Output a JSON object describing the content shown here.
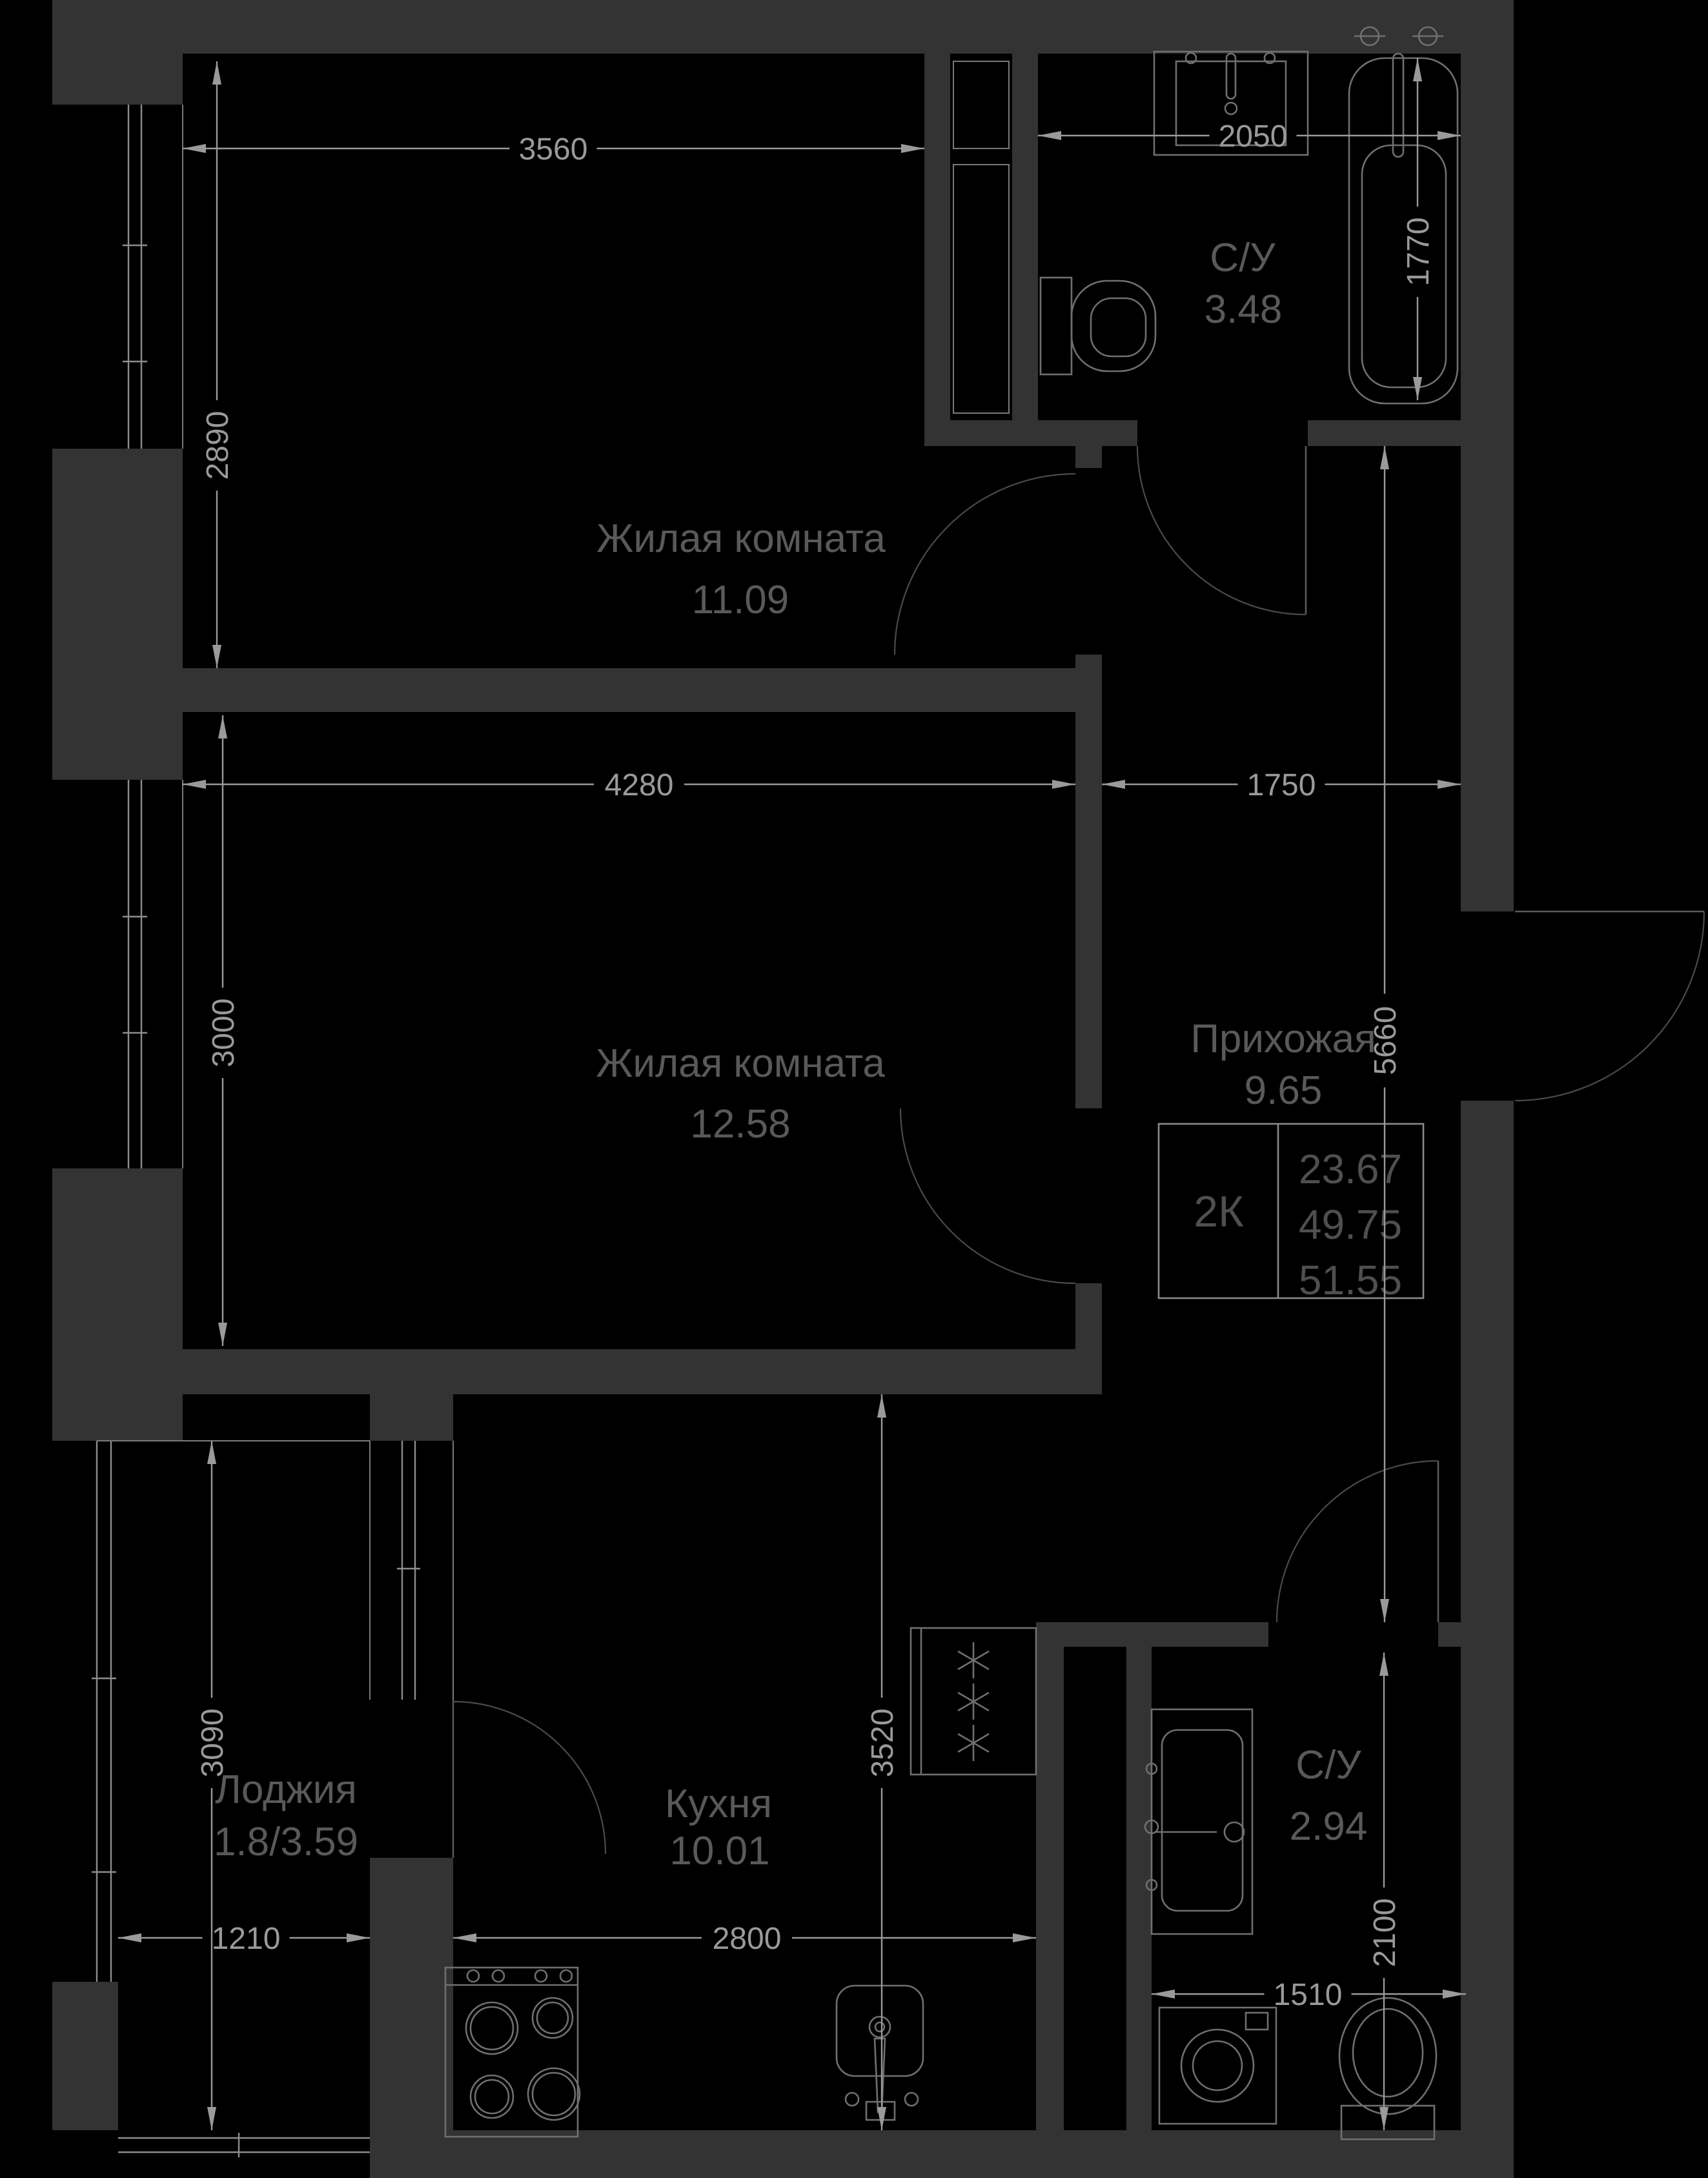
{
  "plan": {
    "type": "apartment-floor-plan",
    "language": "ru",
    "colors": {
      "background": "#000000",
      "walls": "#333333",
      "dimensions": "#9a9a9a",
      "labels": "#595959",
      "fixtures": "#6f6f6f",
      "info_box_text": "#4f4f4f",
      "door_arcs": "#4a4a4a"
    },
    "rooms": {
      "living1": {
        "name": "Жилая комната",
        "area": "11.09"
      },
      "living2": {
        "name": "Жилая комната",
        "area": "12.58"
      },
      "hallway": {
        "name": "Прихожая",
        "area": "9.65"
      },
      "kitchen": {
        "name": "Кухня",
        "area": "10.01"
      },
      "bathroom1": {
        "name": "С/У",
        "area": "3.48"
      },
      "bathroom2": {
        "name": "С/У",
        "area": "2.94"
      },
      "loggia": {
        "name": "Лоджия",
        "area": "1.8/3.59"
      }
    },
    "info_box": {
      "type": "2К",
      "living_area": "23.67",
      "usable_area": "49.75",
      "total_area": "51.55"
    },
    "dims": {
      "w3560": "3560",
      "w2050": "2050",
      "h2890": "2890",
      "h1770": "1770",
      "w4280": "4280",
      "w1750": "1750",
      "h3000": "3000",
      "h5660": "5660",
      "h3090": "3090",
      "w1210": "1210",
      "w2800": "2800",
      "h3520": "3520",
      "w1510": "1510",
      "h2100": "2100"
    },
    "fixtures": [
      "bathtub",
      "bathroom-sink",
      "toilet",
      "vanity-sink",
      "washing-machine",
      "toilet-2",
      "stove",
      "kitchen-sink",
      "fridge-unit"
    ]
  }
}
